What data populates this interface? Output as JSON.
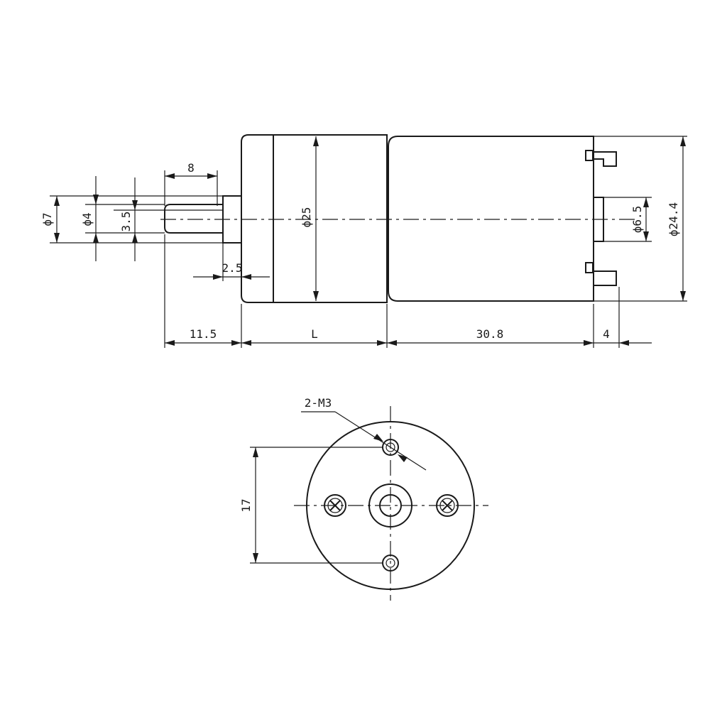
{
  "side_view": {
    "dim_shaft_length": "8",
    "dim_shaft_dia_outer": "ϕ7",
    "dim_shaft_dia": "ϕ4",
    "dim_flat": "3.5",
    "dim_gearbox_dia": "ϕ25",
    "dim_boss": "2.5",
    "dim_rear_boss_dia": "ϕ6.5",
    "dim_motor_dia": "ϕ24.4",
    "dim_shaft_ext": "11.5",
    "dim_gearbox_length": "L",
    "dim_motor_length": "30.8",
    "dim_terminal": "4"
  },
  "front_view": {
    "dim_hole_label": "2-M3",
    "dim_hole_spacing": "17"
  }
}
